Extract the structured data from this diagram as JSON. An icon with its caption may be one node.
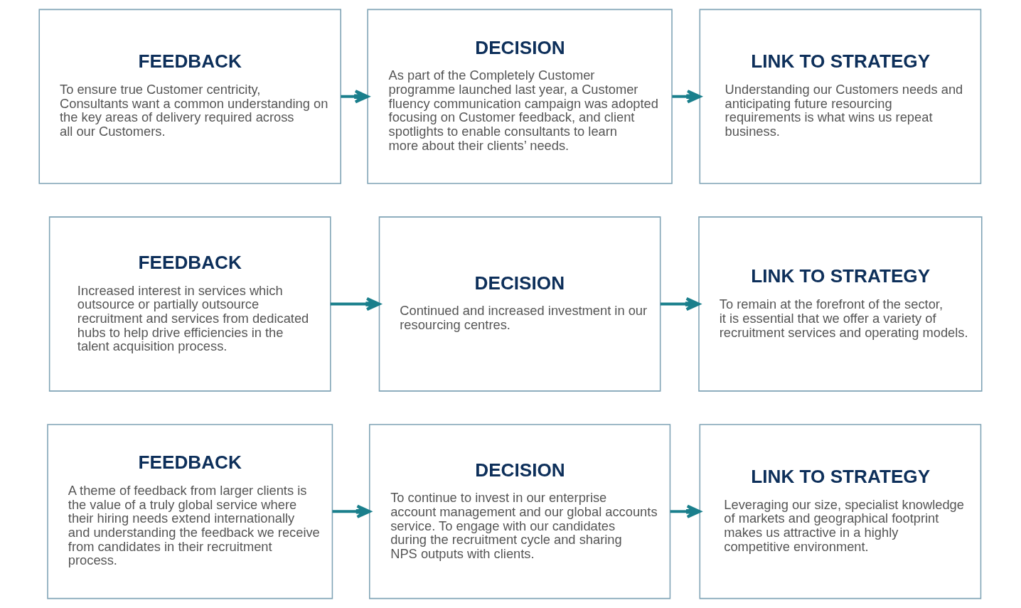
{
  "diagram": {
    "nodes": [
      {
        "text": [
          "FEEDBACK",
          "A theme of feedback from larger clients is the value of a truly global service where their hiring needs extend internationally and understanding the feedback we receive from candidates in their recruitment process."
        ]
      },
      {
        "text": [
          "DECISION",
          "To continue to invest in our enterprise account management and our global accounts service. To engage with our candidates during the recruitment cycle and sharing NPS outputs with clients."
        ]
      },
      {
        "text": [
          "LINK TO STRATEGY",
          "Leveraging our size, specialist knowledge of markets and geographical footprint makes us attractive in a highly competitive environment."
        ]
      },
      {
        "text": [
          "FEEDBACK",
          "Increased interest in services which outsource or partially outsource recruitment and services from dedicated hubs to help drive efficiencies in the talent acquisition process."
        ]
      },
      {
        "text": [
          "DECISION",
          "Continued and increased investment in our resourcing centres."
        ]
      },
      {
        "text": [
          "LINK TO STRATEGY",
          "To remain at the forefront of the sector, it is essential that we offer a variety of recruitment services and operating models."
        ]
      },
      {
        "text": [
          "FEEDBACK",
          "To ensure true Customer centricity, Consultants want a common understanding on the key areas of delivery required across all our Customers."
        ]
      },
      {
        "text": [
          "DECISION",
          "As part of the Completely Customer programme launched last year, a Customer fluency communication campaign was adopted focusing on Customer feedback, and client spotlights to enable consultants to learn more about their clients’ needs."
        ]
      },
      {
        "text": [
          "LINK TO STRATEGY",
          "Understanding our Customers needs and anticipating future resourcing requirements is what wins us repeat business."
        ]
      }
    ],
    "edges": [
      {
        "from": 0,
        "to": 1,
        "arrow": "to"
      },
      {
        "from": 1,
        "to": 2,
        "arrow": "to"
      },
      {
        "from": 3,
        "to": 4,
        "arrow": "to"
      },
      {
        "from": 4,
        "to": 5,
        "arrow": "to"
      },
      {
        "from": 6,
        "to": 7,
        "arrow": "to"
      },
      {
        "from": 7,
        "to": 8,
        "arrow": "to"
      }
    ]
  }
}
